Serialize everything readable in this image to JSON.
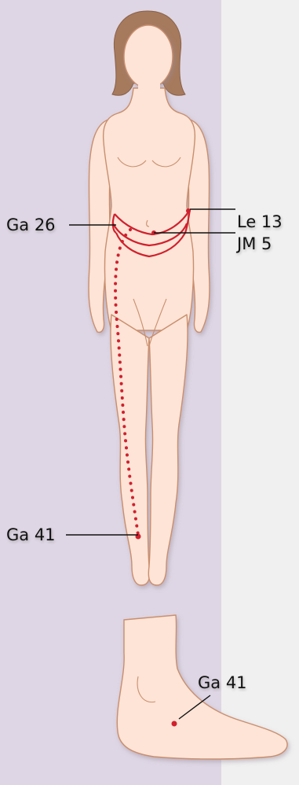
{
  "labels": {
    "le13": "Le 13",
    "ga26": "Ga 26",
    "jm5": "JM 5",
    "ga41_leg": "Ga 41",
    "ga41_foot": "Ga 41"
  },
  "colors": {
    "panel": "#ded6e4",
    "background": "#efefef",
    "skin": "#fde4d6",
    "outline": "#c98e6e",
    "hair": "#a67a5c",
    "meridian": "#d0202e"
  }
}
